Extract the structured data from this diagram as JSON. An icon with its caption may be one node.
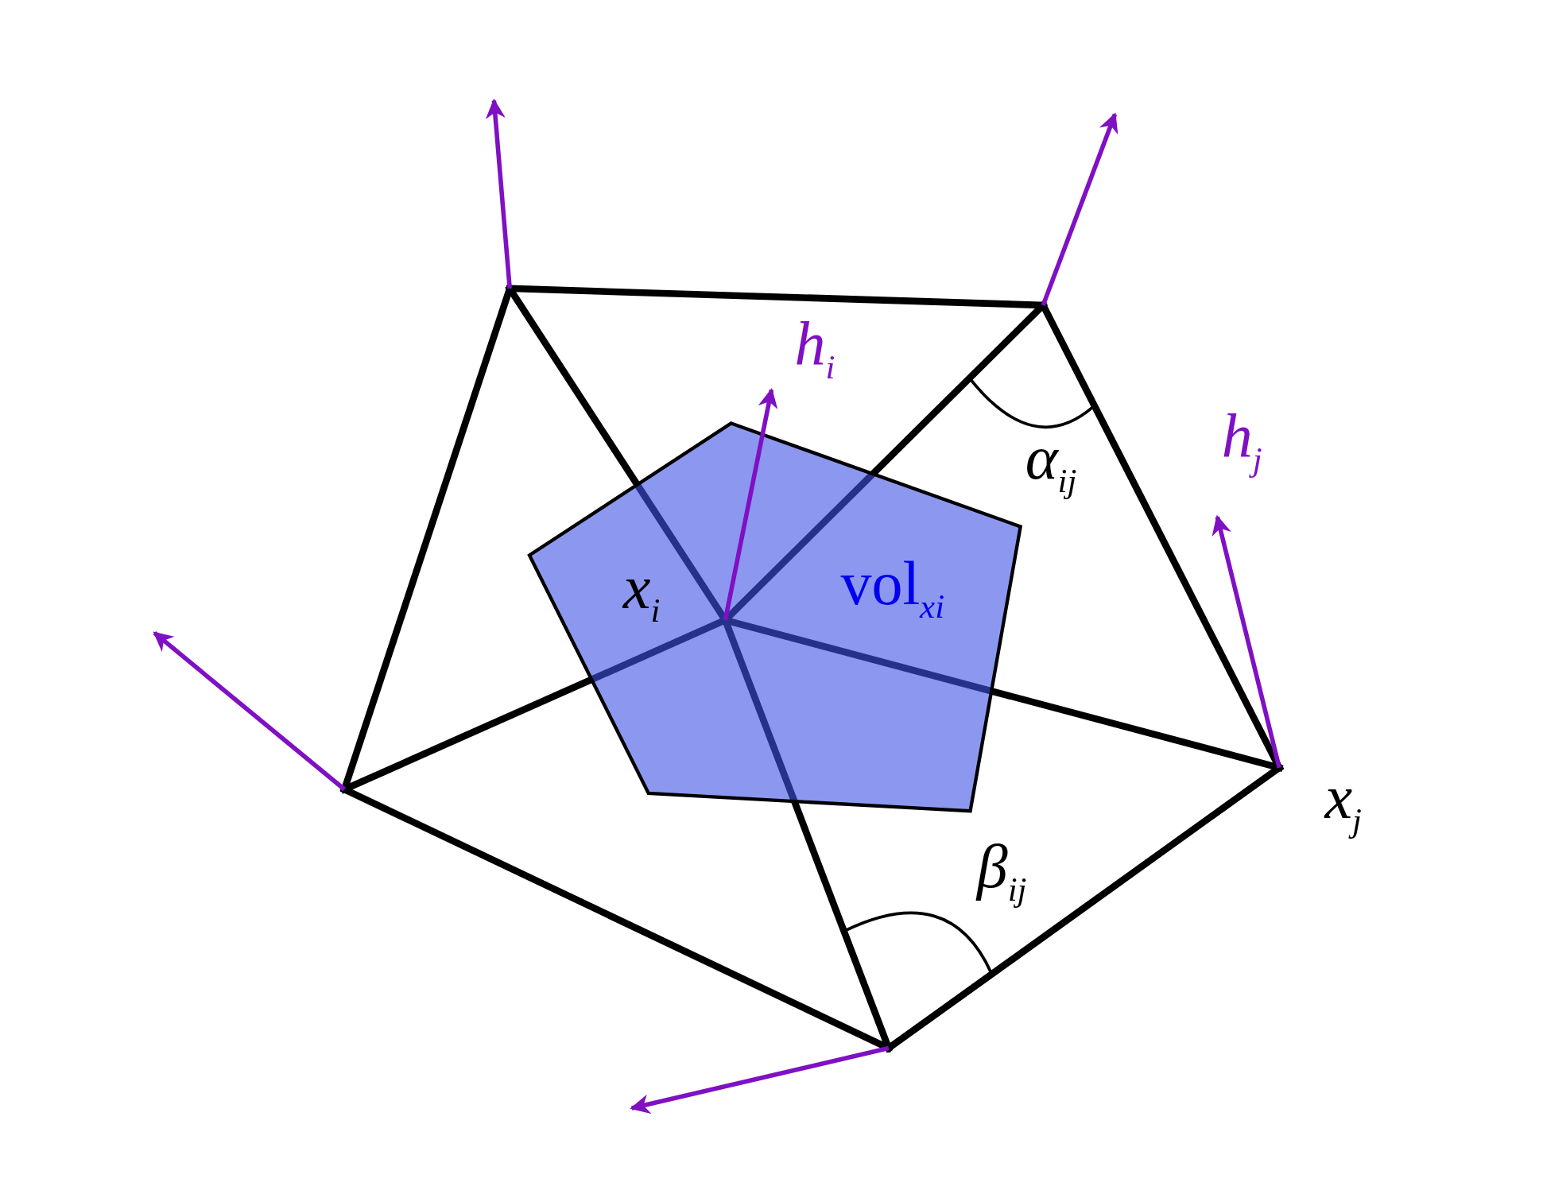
{
  "diagram": {
    "labels": [
      "*h*$_{i}$",
      "*α*$_{ij}$",
      "*h*$_{j}$",
      "*x*$_{i}$",
      "vol$_{xi}$",
      "*x*$_{j}$",
      "*β*$_{ij}$"
    ]
  }
}
